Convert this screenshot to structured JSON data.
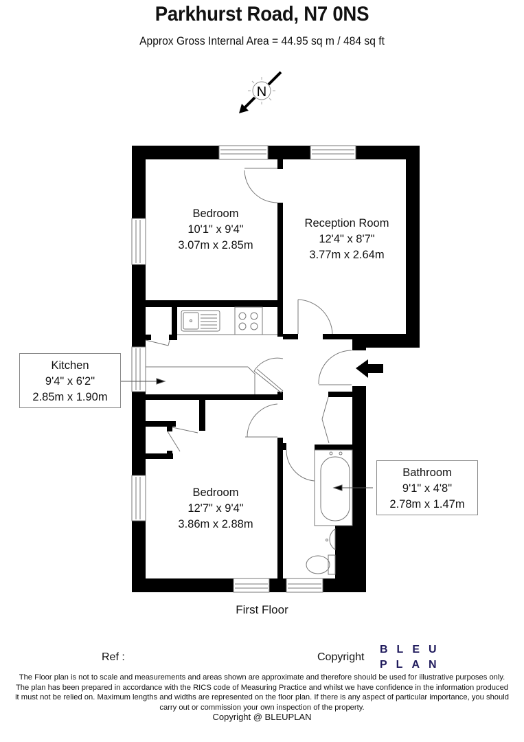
{
  "header": {
    "title": "Parkhurst Road, N7 0NS",
    "subtitle": "Approx Gross Internal Area = 44.95 sq m / 484 sq ft"
  },
  "compass": {
    "icon": "north-arrow-icon",
    "label": "N"
  },
  "rooms": [
    {
      "name": "Bedroom",
      "imperial": "10'1\" x 9'4\"",
      "metric": "3.07m x 2.85m"
    },
    {
      "name": "Reception Room",
      "imperial": "12'4\" x 8'7\"",
      "metric": "3.77m x 2.64m"
    },
    {
      "name": "Kitchen",
      "imperial": "9'4\" x 6'2\"",
      "metric": "2.85m x 1.90m"
    },
    {
      "name": "Bathroom",
      "imperial": "9'1\" x 4'8\"",
      "metric": "2.78m x 1.47m"
    },
    {
      "name": "Bedroom",
      "imperial": "12'7\" x 9'4\"",
      "metric": "3.86m x 2.88m"
    }
  ],
  "entrance": {
    "icon": "entrance-arrow-icon"
  },
  "floor": {
    "name": "First Floor"
  },
  "footer": {
    "ref_label": "Ref  :",
    "copyright_label": "Copyright",
    "logo_line1": "BLEU",
    "logo_line2": "PLAN",
    "logo_color": "#1f1a5c",
    "disclaimer": "The Floor plan is not to scale and measurements and areas shown are approximate and therefore should be used for illustrative purposes only. The plan has been prepared in accordance with the RICS code of Measuring Practice and whilst we have confidence in the information produced it must not be relied on. Maximum lengths and widths are represented on the floor plan. If there is any aspect of particular importance, you should carry out or commission your own inspection of the property.",
    "copyright_line": "Copyright @ BLEUPLAN"
  }
}
